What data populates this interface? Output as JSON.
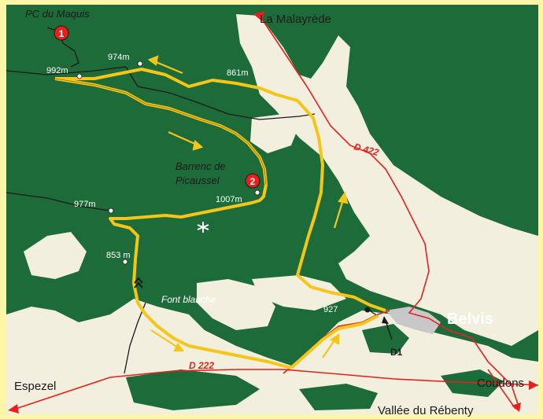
{
  "places": {
    "la_malayrede": "La Malayrède",
    "belvis": "Belvis",
    "espezel": "Espezel",
    "coudons": "Coudons",
    "vallee_rebenty": "Vallée du Rébenty",
    "font_blanche": "Font blanche"
  },
  "waypoints": [
    {
      "number": "1",
      "name": "PC du Maquis"
    },
    {
      "number": "2",
      "name_line1": "Barrenc de",
      "name_line2": "Picaussel"
    }
  ],
  "altitudes": {
    "a992": "992m",
    "a974": "974m",
    "a861": "861m",
    "a1007": "1007m",
    "a977": "977m",
    "a853": "853 m",
    "a927": "927"
  },
  "roads": {
    "d422": "D 422",
    "d222": "D 222",
    "d1": "D1"
  },
  "colors": {
    "forest": "#1e6b3a",
    "clearing": "#f2efde",
    "border": "#fdf6a6",
    "trail": "#f5c518",
    "road": "#e8201c",
    "track": "#1a1a1a",
    "marker": "#e8201c",
    "village": "#c8c8c8"
  }
}
